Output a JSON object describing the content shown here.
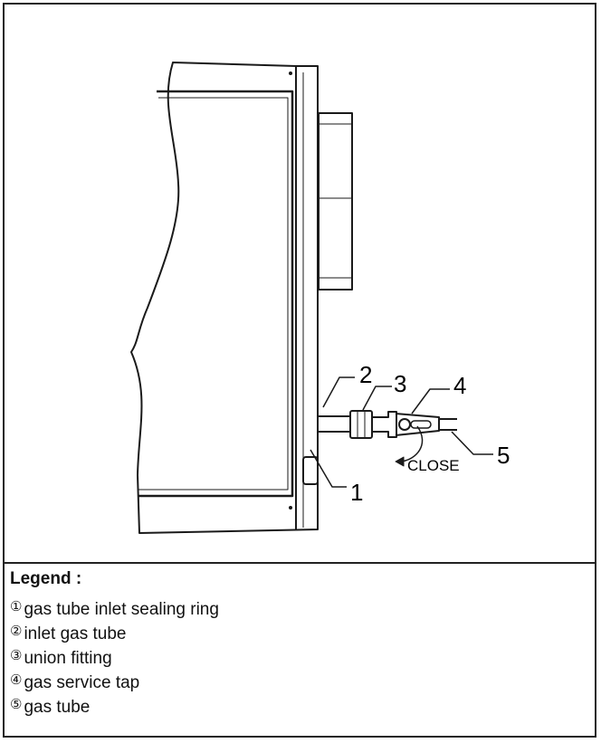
{
  "diagram": {
    "callouts": [
      "1",
      "2",
      "3",
      "4",
      "5"
    ],
    "close_label": "CLOSE"
  },
  "legend": {
    "title": "Legend :",
    "items": [
      {
        "num": "①",
        "text": "gas tube inlet sealing ring"
      },
      {
        "num": "②",
        "text": "inlet gas tube"
      },
      {
        "num": "③",
        "text": "union fitting"
      },
      {
        "num": "④",
        "text": "gas service tap"
      },
      {
        "num": "⑤",
        "text": "gas tube"
      }
    ]
  }
}
